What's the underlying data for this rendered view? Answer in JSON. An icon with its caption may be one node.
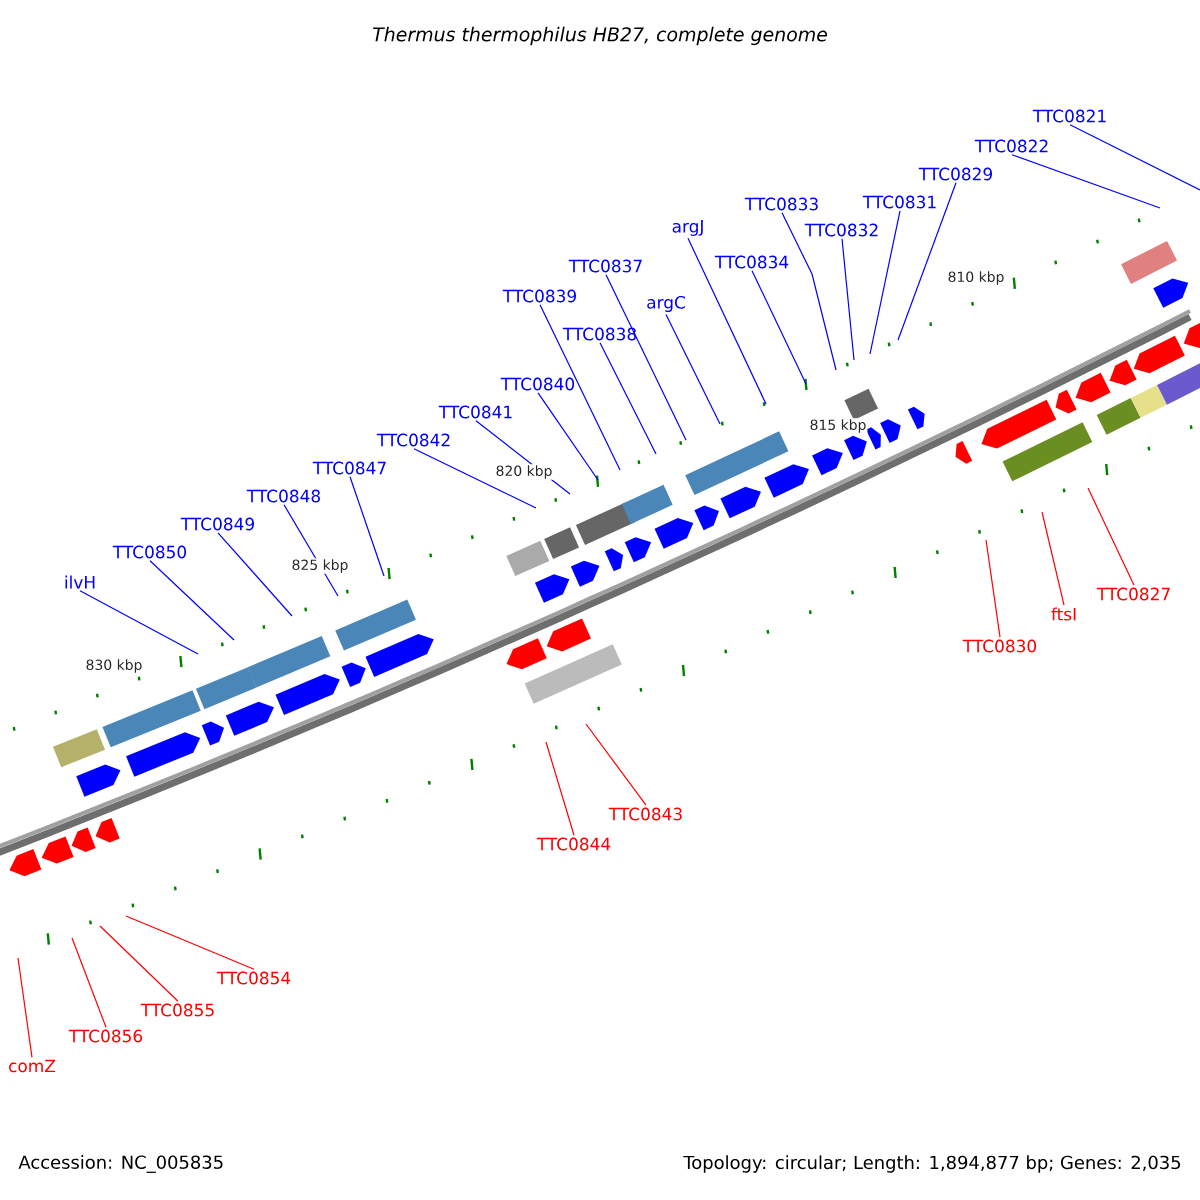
{
  "diagram": {
    "title": "Thermus thermophilus HB27, complete genome",
    "nodes": [
      {
        "text": [
          "ilvH"
        ]
      },
      {
        "text": [
          "TTC0850"
        ]
      },
      {
        "text": [
          "TTC0849"
        ]
      },
      {
        "text": [
          "TTC0848"
        ]
      },
      {
        "text": [
          "TTC0847"
        ]
      },
      {
        "text": [
          "TTC0842"
        ]
      },
      {
        "text": [
          "TTC0841"
        ]
      },
      {
        "text": [
          "TTC0840"
        ]
      },
      {
        "text": [
          "TTC0839"
        ]
      },
      {
        "text": [
          "TTC0838"
        ]
      },
      {
        "text": [
          "TTC0837"
        ]
      },
      {
        "text": [
          "argC"
        ]
      },
      {
        "text": [
          "argJ"
        ]
      },
      {
        "text": [
          "TTC0834"
        ]
      },
      {
        "text": [
          "TTC0833"
        ]
      },
      {
        "text": [
          "TTC0832"
        ]
      },
      {
        "text": [
          "TTC0831"
        ]
      },
      {
        "text": [
          "TTC0829"
        ]
      },
      {
        "text": [
          "TTC0822"
        ]
      },
      {
        "text": [
          "TTC0821"
        ]
      },
      {
        "text": [
          "TTC0844"
        ]
      },
      {
        "text": [
          "TTC0843"
        ]
      },
      {
        "text": [
          "TTC0830"
        ]
      },
      {
        "text": [
          "ftsI"
        ]
      },
      {
        "text": [
          "TTC0827"
        ]
      },
      {
        "text": [
          "TTC0854"
        ]
      },
      {
        "text": [
          "TTC0855"
        ]
      },
      {
        "text": [
          "TTC0856"
        ]
      },
      {
        "text": [
          "comZ"
        ]
      }
    ],
    "edges": [
      {
        "from": 0,
        "to": null,
        "arrow": "none"
      },
      {
        "from": 1,
        "to": null,
        "arrow": "none"
      },
      {
        "from": 2,
        "to": null,
        "arrow": "none"
      },
      {
        "from": 3,
        "to": null,
        "arrow": "none"
      },
      {
        "from": 4,
        "to": null,
        "arrow": "none"
      },
      {
        "from": 5,
        "to": null,
        "arrow": "none"
      },
      {
        "from": 6,
        "to": null,
        "arrow": "none"
      },
      {
        "from": 7,
        "to": null,
        "arrow": "none"
      },
      {
        "from": 8,
        "to": null,
        "arrow": "none"
      },
      {
        "from": 9,
        "to": null,
        "arrow": "none"
      },
      {
        "from": 10,
        "to": null,
        "arrow": "none"
      },
      {
        "from": 11,
        "to": null,
        "arrow": "none"
      },
      {
        "from": 12,
        "to": null,
        "arrow": "none"
      },
      {
        "from": 13,
        "to": null,
        "arrow": "none"
      },
      {
        "from": 14,
        "to": null,
        "arrow": "none"
      },
      {
        "from": 15,
        "to": null,
        "arrow": "none"
      },
      {
        "from": 16,
        "to": null,
        "arrow": "none"
      },
      {
        "from": 17,
        "to": null,
        "arrow": "none"
      },
      {
        "from": 18,
        "to": null,
        "arrow": "none"
      },
      {
        "from": 19,
        "to": null,
        "arrow": "none"
      },
      {
        "from": 20,
        "to": null,
        "arrow": "none",
        "color": "#ff0000"
      },
      {
        "from": 21,
        "to": null,
        "arrow": "none",
        "color": "#ff0000"
      },
      {
        "from": 22,
        "to": null,
        "arrow": "none",
        "color": "#ff0000"
      },
      {
        "from": 23,
        "to": null,
        "arrow": "none",
        "color": "#ff0000"
      },
      {
        "from": 24,
        "to": null,
        "arrow": "none",
        "color": "#ff0000"
      },
      {
        "from": 25,
        "to": null,
        "arrow": "none",
        "color": "#ff0000"
      },
      {
        "from": 26,
        "to": null,
        "arrow": "none",
        "color": "#ff0000"
      },
      {
        "from": 27,
        "to": null,
        "arrow": "none",
        "color": "#ff0000"
      },
      {
        "from": 28,
        "to": null,
        "arrow": "none",
        "color": "#ff0000"
      }
    ],
    "labels": [
      "810 kbp",
      "815 kbp",
      "820 kbp",
      "825 kbp",
      "830 kbp",
      "Accession: NC_005835",
      "Topology: circular; Length: 1,894,877 bp; Genes: 2,035"
    ]
  }
}
